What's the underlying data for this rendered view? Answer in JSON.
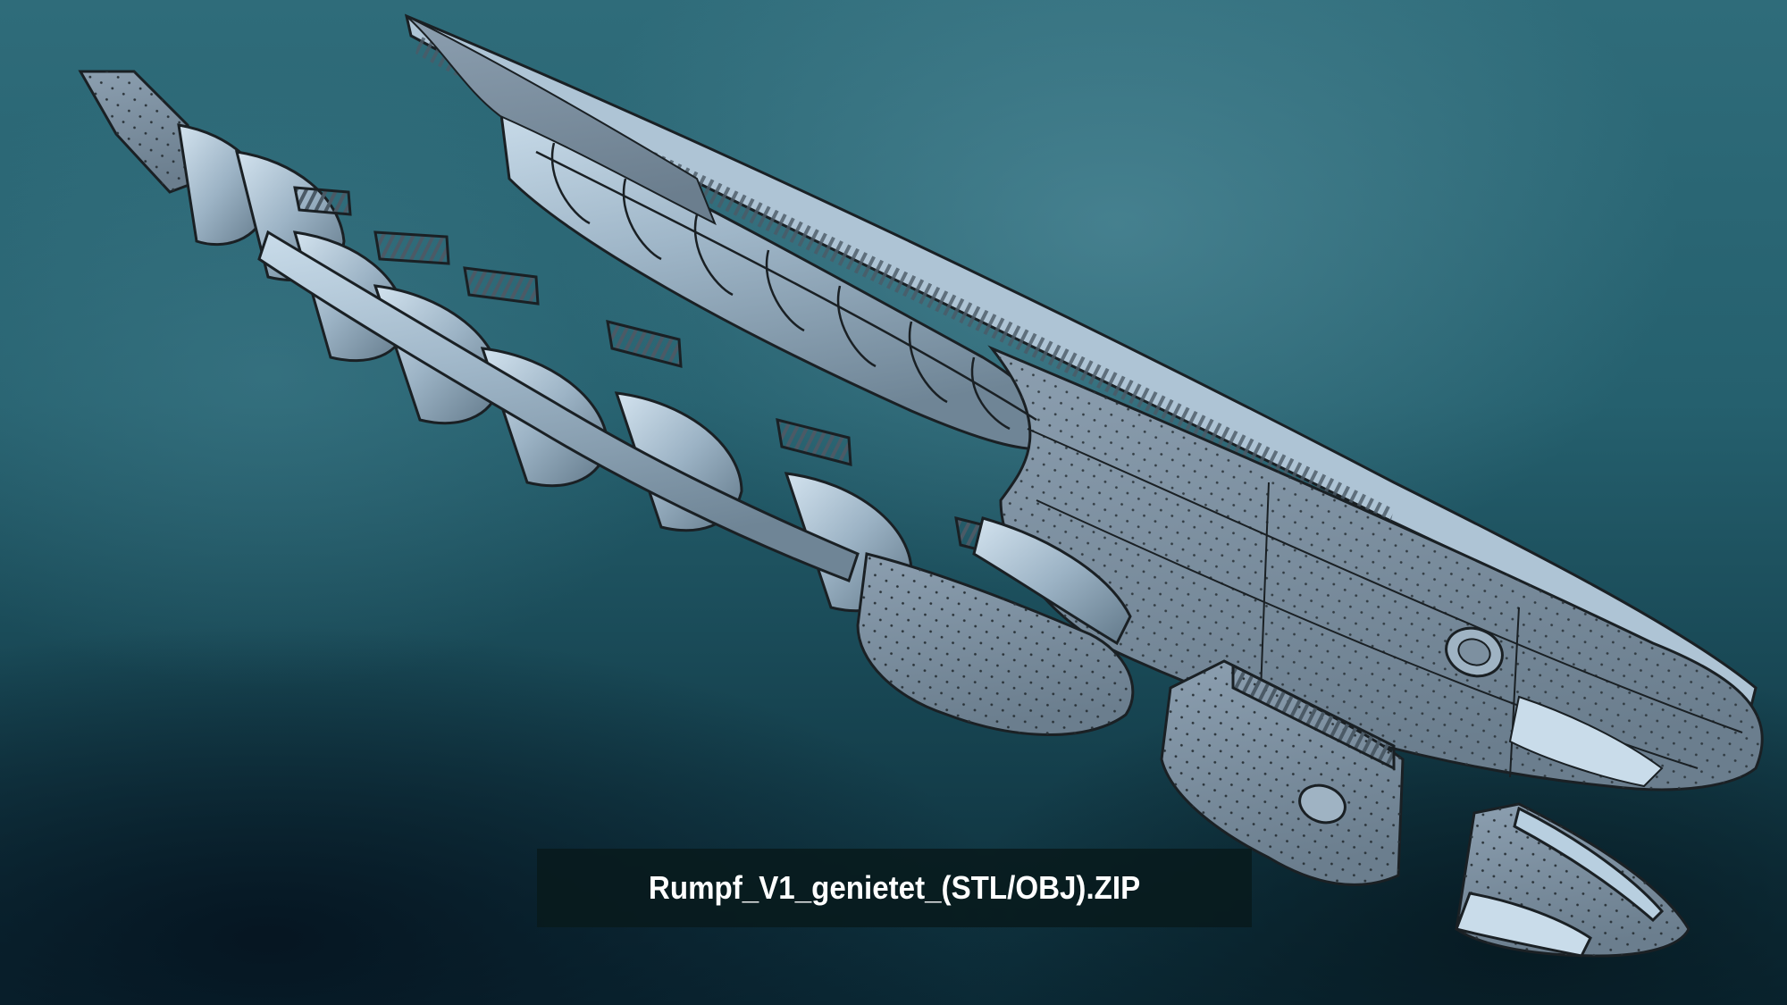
{
  "caption": {
    "text": "Rumpf_V1_genietet_(STL/OBJ).ZIP"
  },
  "colors": {
    "background_teal": "#25606e",
    "background_dark": "#0b2a36",
    "hull_light": "#b8cfe0",
    "hull_mid": "#8ea6b8",
    "hull_plate": "#7f93a4",
    "outline": "#1a2024",
    "caption_bg": "#081a1c",
    "caption_text": "#ffffff"
  },
  "scene": {
    "subject": "exploded 3D model of riveted submarine hull parts",
    "parts": [
      "main-hull",
      "exploded-hull-segments",
      "bow-section-left",
      "bow-section-right"
    ]
  }
}
